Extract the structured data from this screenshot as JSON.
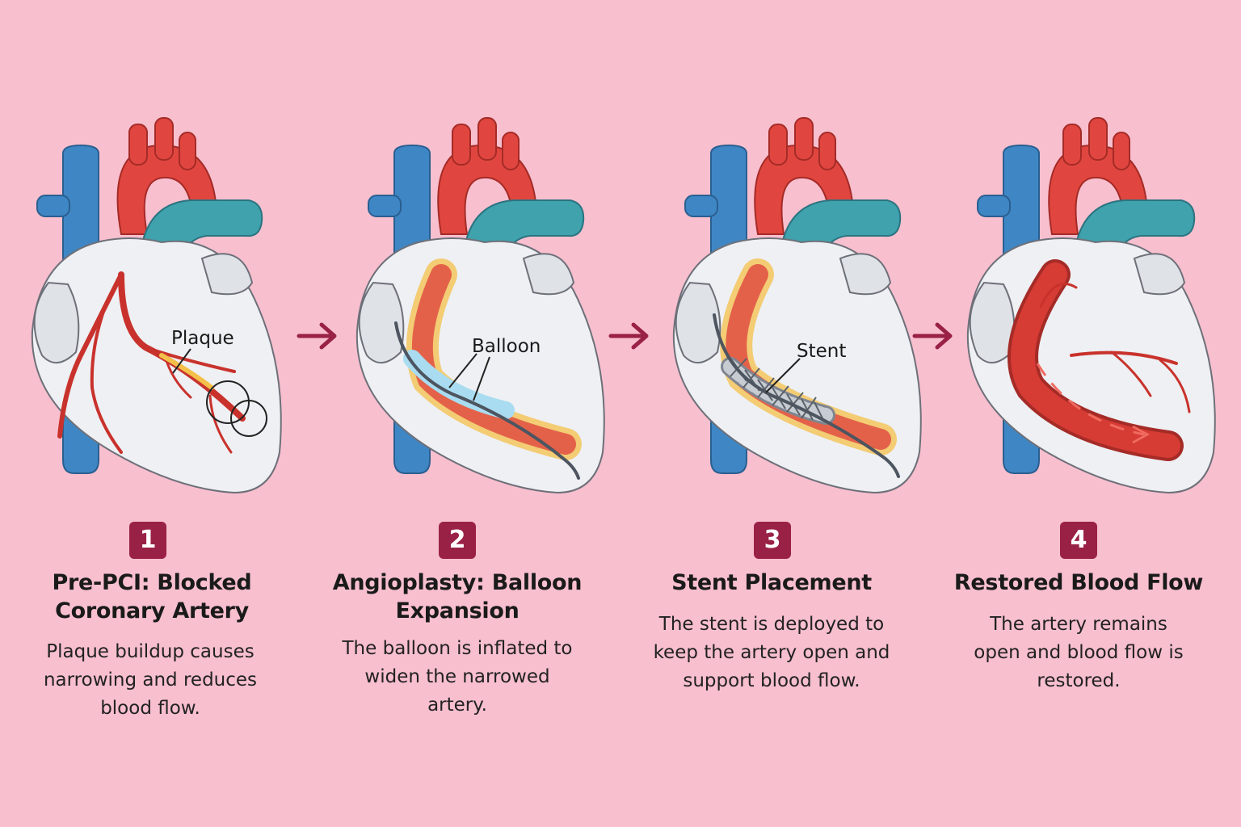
{
  "colors": {
    "background": "#f8bfcf",
    "badge": "#9a2146",
    "arrow": "#9a2146",
    "artery_red": "#e0463f",
    "vein_blue": "#3f86c4",
    "pulmonary_teal": "#3fa2ad",
    "heart_fill": "#eef0f3",
    "plaque_yellow": "#f4c04a",
    "balloon_blue": "#a9dcf0"
  },
  "steps": [
    {
      "number": "1",
      "title": "Pre-PCI: Blocked Coronary Artery",
      "description": "Plaque buildup causes narrowing and reduces blood flow.",
      "callout": "Plaque",
      "icon": "heart-blocked-artery-icon"
    },
    {
      "number": "2",
      "title": "Angioplasty: Balloon Expansion",
      "description": "The balloon is inflated to widen the narrowed artery.",
      "callout": "Balloon",
      "icon": "heart-balloon-icon"
    },
    {
      "number": "3",
      "title": "Stent Placement",
      "description": "The stent is deployed to keep the artery open and support blood flow.",
      "callout": "Stent",
      "icon": "heart-stent-icon"
    },
    {
      "number": "4",
      "title": "Restored Blood Flow",
      "description": "The artery remains open and blood flow is restored.",
      "callout": "",
      "icon": "heart-restored-flow-icon"
    }
  ],
  "connectors": [
    "arrow-right-icon",
    "arrow-right-icon",
    "arrow-right-icon"
  ]
}
